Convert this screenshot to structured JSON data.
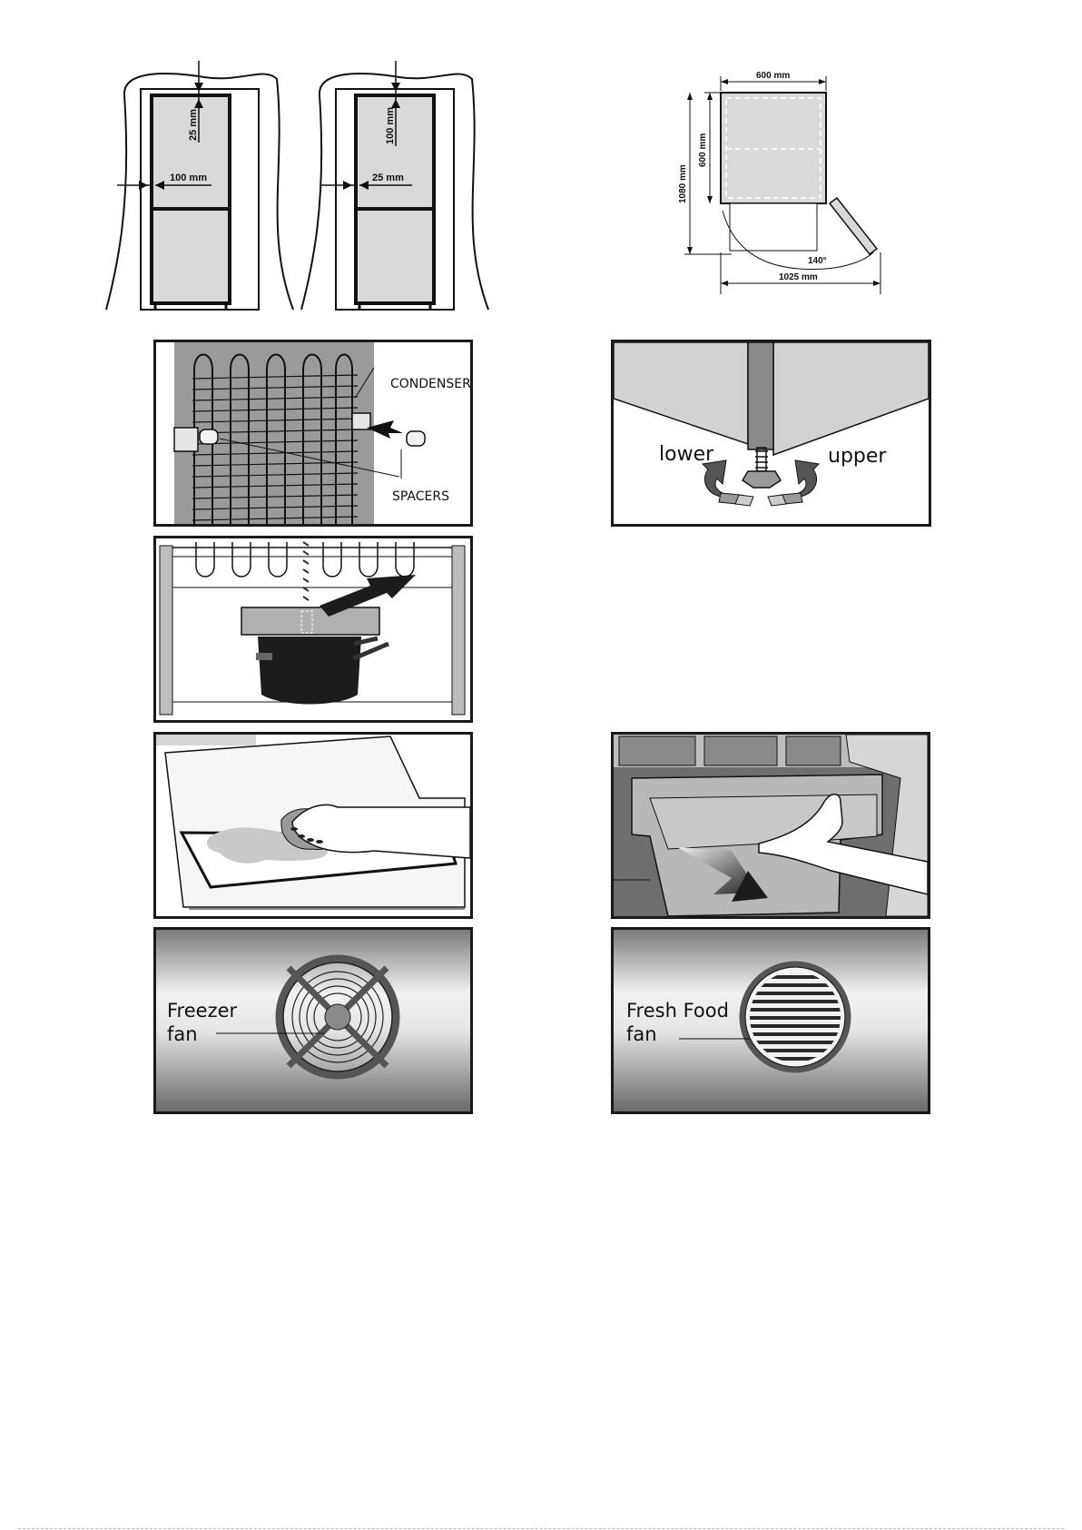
{
  "clearance_diagrams": {
    "left": {
      "top_gap": "25 mm",
      "side_gap": "100 mm"
    },
    "right": {
      "top_gap": "100 mm",
      "side_gap": "25 mm"
    }
  },
  "dimension_diagram": {
    "width": "600 mm",
    "depth": "600 mm",
    "height": "1080 mm",
    "door_angle": "140°",
    "overall_depth_open": "1025 mm"
  },
  "condenser_panel": {
    "condenser_label": "CONDENSER",
    "spacers_label": "SPACERS"
  },
  "leveling_panel": {
    "lower_label": "lower",
    "upper_label": "upper"
  },
  "fan_panels": {
    "freezer_label_line1": "Freezer",
    "freezer_label_line2": "fan",
    "fresh_label_line1": "Fresh Food",
    "fresh_label_line2": "fan"
  }
}
